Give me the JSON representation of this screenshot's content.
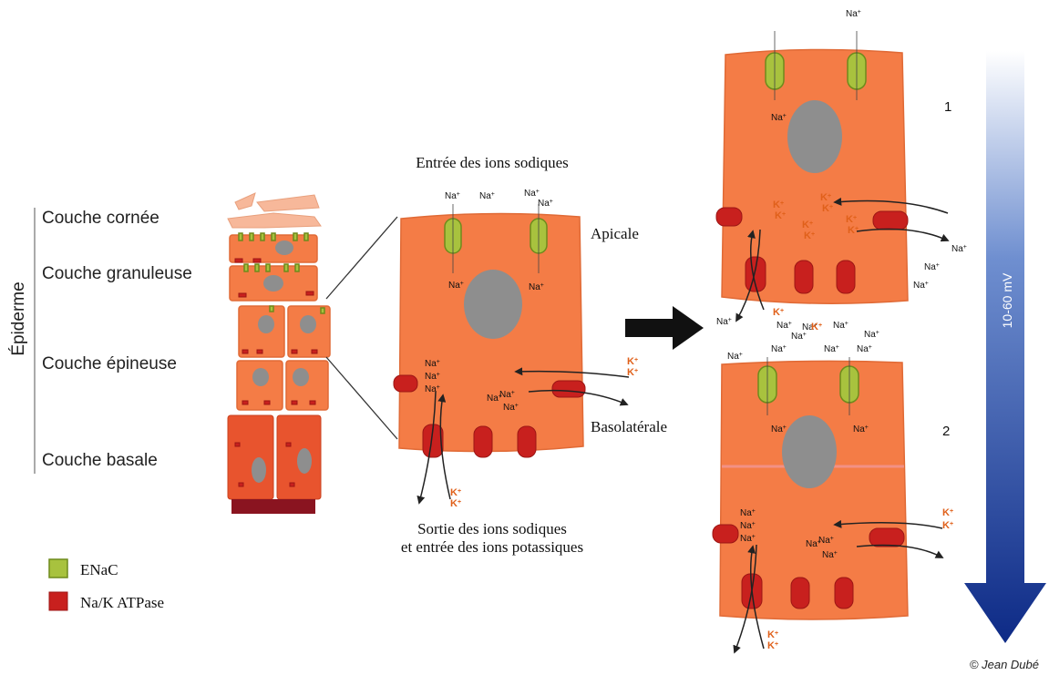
{
  "epidermis": {
    "title": "Épiderme",
    "layers": [
      "Couche cornée",
      "Couche granuleuse",
      "Couche épineuse",
      "Couche basale"
    ]
  },
  "legend": {
    "enac": "ENaC",
    "pump": "Na/K ATPase"
  },
  "middle_cell": {
    "top_caption": "Entrée des ions sodiques",
    "apical": "Apicale",
    "basolateral": "Basolatérale",
    "bottom_caption_1": "Sortie des ions sodiques",
    "bottom_caption_2": "et entrée des ions potassiques"
  },
  "ions": {
    "na": "Na",
    "k": "K",
    "plus": "+"
  },
  "steps": {
    "one": "1",
    "two": "2"
  },
  "gradient_label": "10-60 mV",
  "credit": "© Jean Dubé",
  "colors": {
    "cell": "#f47c46",
    "nucleus": "#8e8e8e",
    "enac": "#a8c23e",
    "pump": "#c8201e",
    "gradient_top": "#ffffff",
    "gradient_bottom": "#0d2a86",
    "potassium": "#e0601a"
  }
}
